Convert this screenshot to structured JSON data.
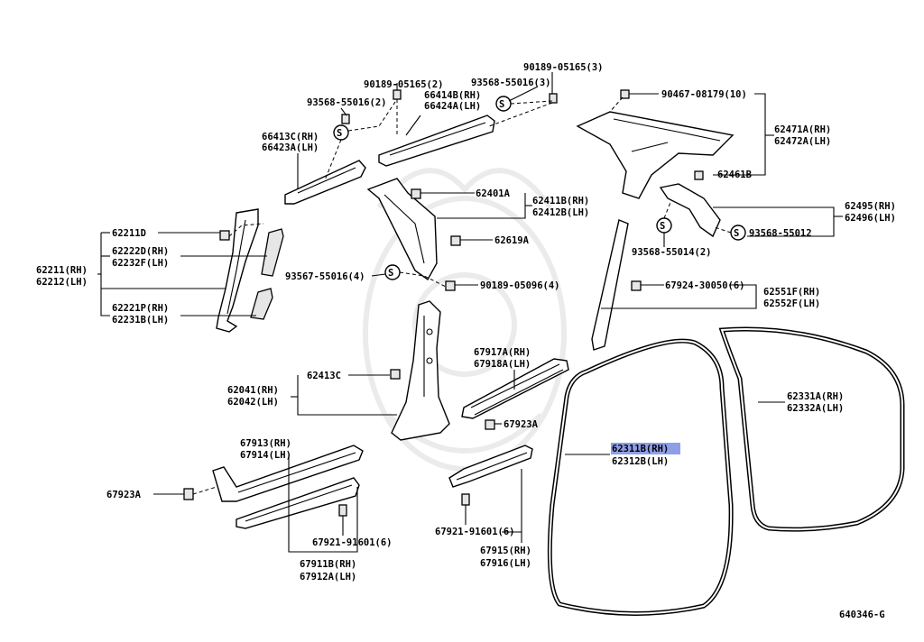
{
  "diagram": {
    "ref_code": "640346-G",
    "highlight_color": "#8f9ee8",
    "callouts": {
      "c_90189_05165_3": "90189-05165(3)",
      "c_90189_05165_2": "90189-05165(2)",
      "c_93568_55016_3": "93568-55016(3)",
      "c_93568_55016_2": "93568-55016(2)",
      "c_66414B": "66414B(RH)",
      "c_66424A": "66424A(LH)",
      "c_66413C": "66413C(RH)",
      "c_66423A": "66423A(LH)",
      "c_90467": "90467-08179(10)",
      "c_62471A": "62471A(RH)",
      "c_62472A": "62472A(LH)",
      "c_62461B": "62461B",
      "c_62495": "62495(RH)",
      "c_62496": "62496(LH)",
      "c_93568_55014": "93568-55014(2)",
      "c_93568_55012": "93568-55012",
      "c_62401A": "62401A",
      "c_62411B": "62411B(RH)",
      "c_62412B": "62412B(LH)",
      "c_62619A": "62619A",
      "c_93567": "93567-55016(4)",
      "c_90189_05096": "90189-05096(4)",
      "c_67924": "67924-30050(6)",
      "c_62551F": "62551F(RH)",
      "c_62552F": "62552F(LH)",
      "c_62211D": "62211D",
      "c_62222D": "62222D(RH)",
      "c_62232F": "62232F(LH)",
      "c_62211": "62211(RH)",
      "c_62212": "62212(LH)",
      "c_62221P": "62221P(RH)",
      "c_62231B": "62231B(LH)",
      "c_67917A": "67917A(RH)",
      "c_67918A": "67918A(LH)",
      "c_62413C": "62413C",
      "c_62041": "62041(RH)",
      "c_62042": "62042(LH)",
      "c_67923A_r": "67923A",
      "c_62331A": "62331A(RH)",
      "c_62332A": "62332A(LH)",
      "c_67913": "67913(RH)",
      "c_67914": "67914(LH)",
      "c_62311B": "62311B(RH)",
      "c_62312B": "62312B(LH)",
      "c_67923A_l": "67923A",
      "c_67921_a": "67921-91601(6)",
      "c_67921_b": "67921-91601(6)",
      "c_67911B": "67911B(RH)",
      "c_67912A": "67912A(LH)",
      "c_67915": "67915(RH)",
      "c_67916": "67916(LH)"
    }
  }
}
